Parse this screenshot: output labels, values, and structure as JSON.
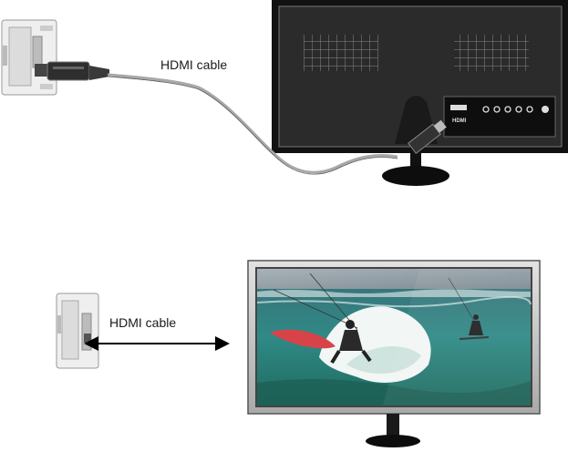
{
  "diagram": {
    "top": {
      "cable_label": "HDMI cable",
      "port_label": "HDMI"
    },
    "bottom": {
      "cable_label": "HDMI cable"
    }
  },
  "colors": {
    "tv_body": "#1f1f1f",
    "tv_frame": "#555555",
    "cable": "#9a9a9a",
    "camera": "#e6e6e6",
    "arrow": "#000000"
  }
}
